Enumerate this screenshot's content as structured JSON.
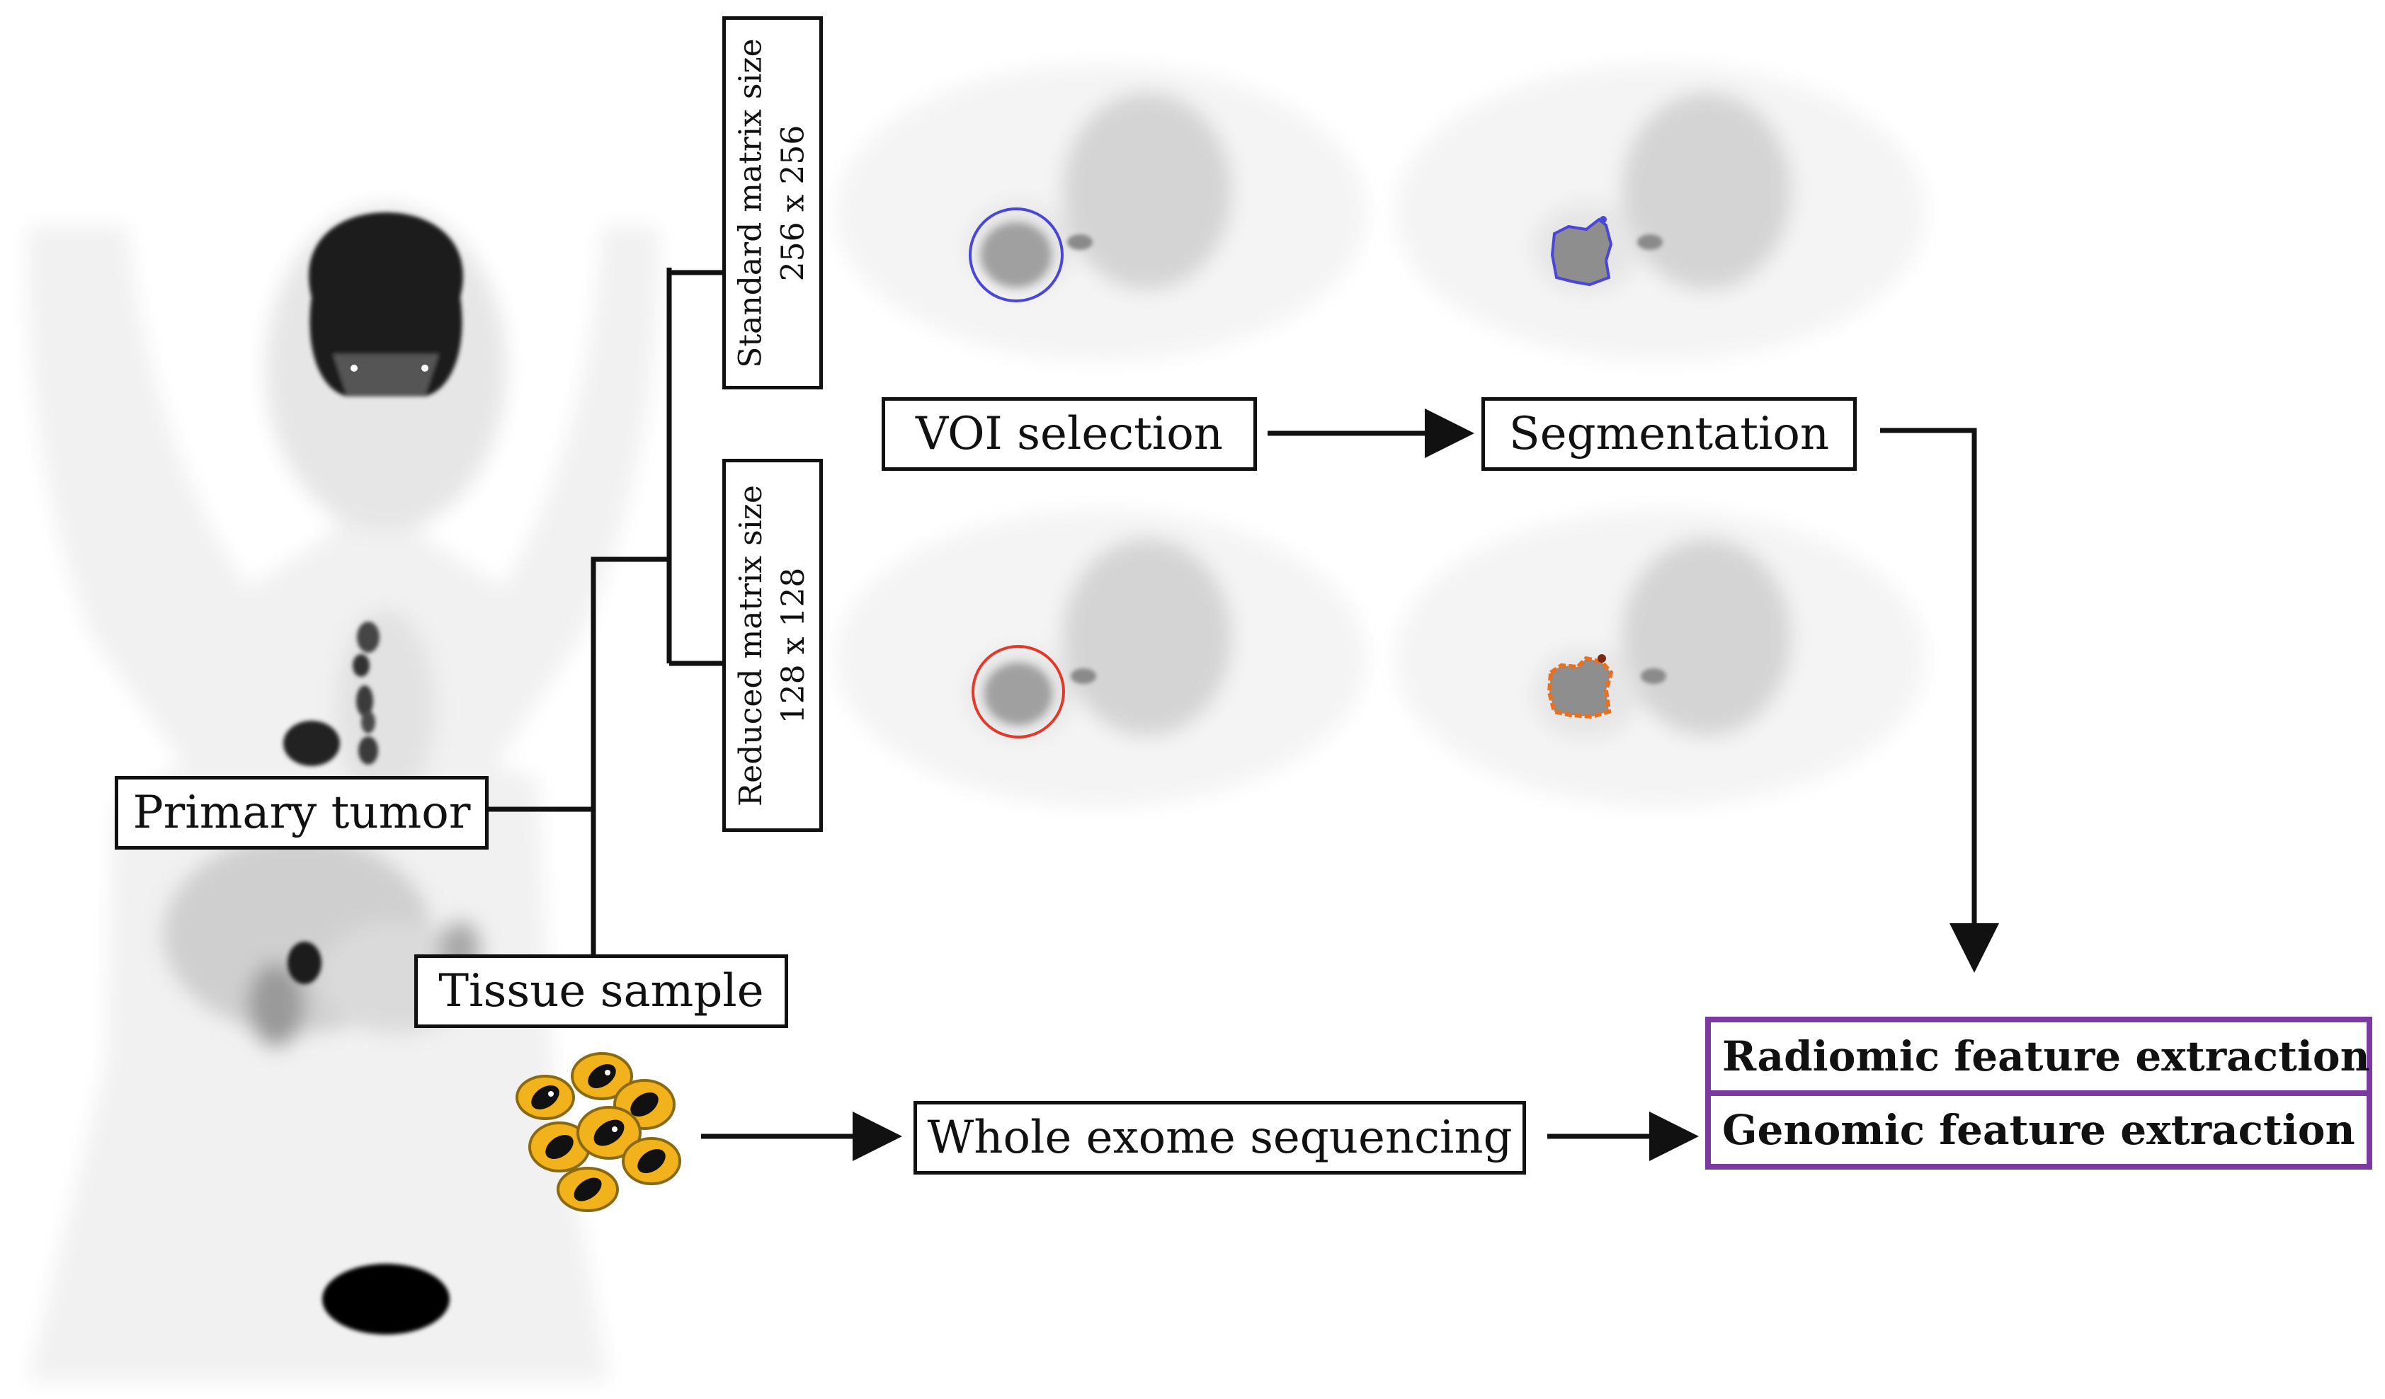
{
  "labels": {
    "standard_matrix": {
      "line1": "Standard matrix size",
      "line2": "256 x 256"
    },
    "reduced_matrix": {
      "line1": "Reduced matrix size",
      "line2": "128 x 128"
    },
    "voi_selection": "VOI selection",
    "segmentation": "Segmentation",
    "primary_tumor": "Primary tumor",
    "tissue_sample": "Tissue sample",
    "whole_exome_sequencing": "Whole exome sequencing",
    "radiomic_feature_extraction": "Radiomic feature extraction",
    "genomic_feature_extraction": "Genomic feature extraction"
  },
  "images": {
    "whole_body": "pet-whole-body-mip",
    "standard_voi": "axial-pet-slice-standard-voi",
    "standard_segmentation": "axial-pet-slice-standard-segmentation",
    "reduced_voi": "axial-pet-slice-reduced-voi",
    "reduced_segmentation": "axial-pet-slice-reduced-segmentation",
    "tissue_sample": "tissue-cells-icon"
  },
  "colors": {
    "standard_contour": "#4a46d8",
    "reduced_contour": "#e23a2a",
    "reduced_segmentation_edge": "#e8701e",
    "output_box_border": "#7a3aa0",
    "tissue_cells": "#f2b21c",
    "tissue_nuclei": "#111111",
    "connector": "#111111"
  }
}
